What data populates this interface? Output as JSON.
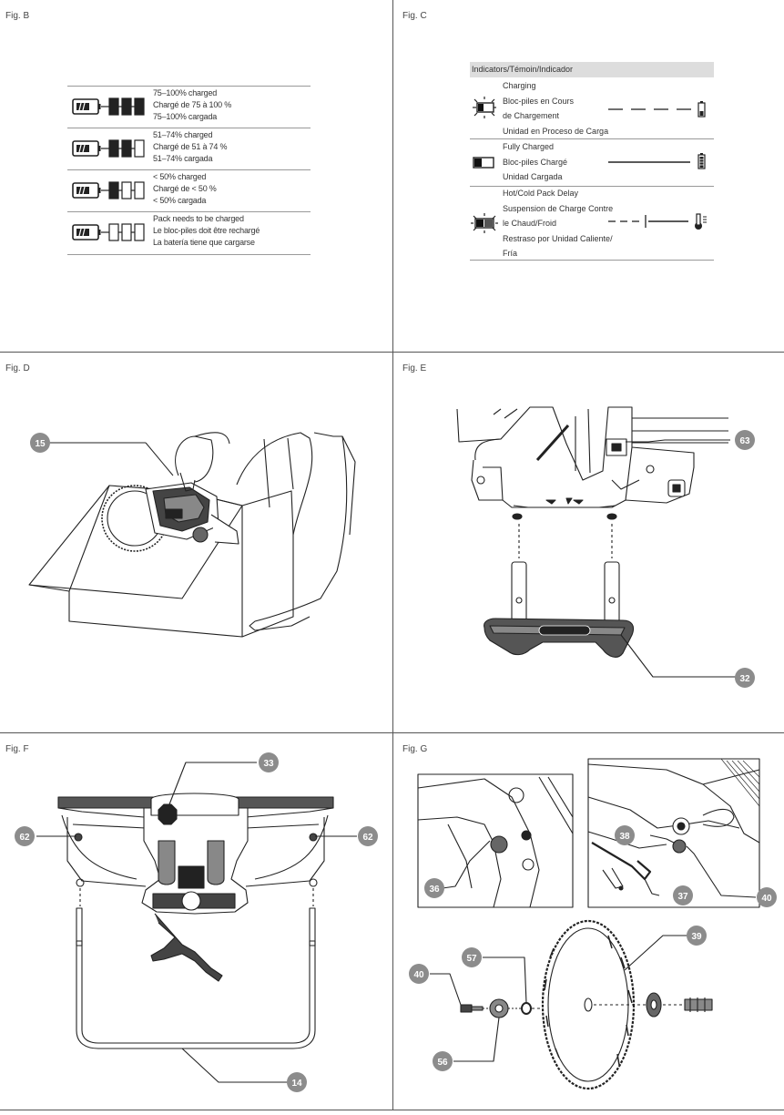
{
  "fig_b": {
    "label": "Fig. B",
    "rows": [
      {
        "lines": [
          "75–100% charged",
          "Chargé de 75 à 100 %",
          "75–100% cargada"
        ],
        "filled": 3
      },
      {
        "lines": [
          "51–74% charged",
          "Chargé de 51 à 74 %",
          "51–74% cargada"
        ],
        "filled": 2
      },
      {
        "lines": [
          "< 50% charged",
          "Chargé de < 50 %",
          "< 50% cargada"
        ],
        "filled": 1
      },
      {
        "lines": [
          "Pack needs to be charged",
          "Le bloc-piles doit être rechargé",
          "La batería tiene que cargarse"
        ],
        "filled": 0
      }
    ]
  },
  "fig_c": {
    "label": "Fig. C",
    "header": "Indicators/Témoin/Indicador",
    "rows": [
      {
        "lines": [
          "Charging",
          "Bloc-piles en Cours",
          "de Chargement",
          "Unidad en Proceso de Carga"
        ],
        "pattern": "dashed"
      },
      {
        "lines": [
          "Fully Charged",
          "Bloc-piles Chargé",
          "Unidad Cargada"
        ],
        "pattern": "solid"
      },
      {
        "lines": [
          "Hot/Cold Pack Delay",
          "Suspension de Charge Contre",
          "le Chaud/Froid",
          "Restraso por Unidad Caliente/",
          "Fría"
        ],
        "pattern": "dash-solid"
      }
    ]
  },
  "fig_d": {
    "label": "Fig. D",
    "callouts": [
      "15"
    ]
  },
  "fig_e": {
    "label": "Fig. E",
    "callouts": [
      "63",
      "32"
    ]
  },
  "fig_f": {
    "label": "Fig. F",
    "callouts": [
      "33",
      "62",
      "62",
      "14"
    ]
  },
  "fig_g": {
    "label": "Fig. G",
    "callouts": [
      "36",
      "38",
      "37",
      "40",
      "39",
      "57",
      "40",
      "56"
    ]
  },
  "colors": {
    "callout_fill": "#8c8c8c",
    "callout_text": "#ffffff",
    "rule": "#555555",
    "line_art": "#222222"
  }
}
